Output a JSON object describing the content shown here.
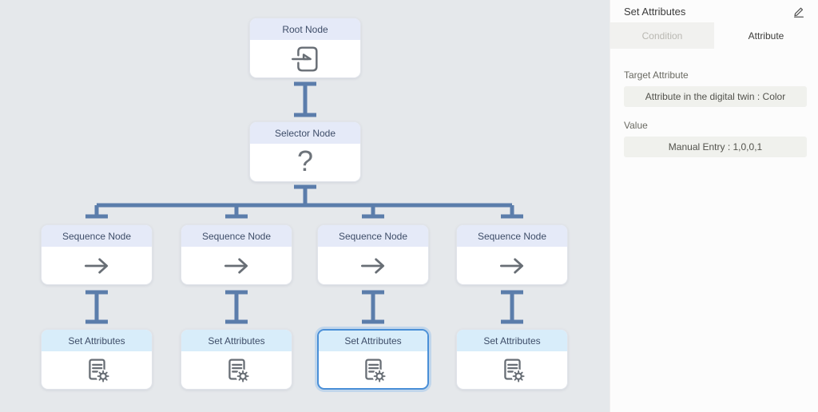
{
  "canvas": {
    "glyphs": {
      "question": "?"
    },
    "nodes": [
      {
        "label": "Root Node",
        "icon": "enter-icon",
        "selected": false
      },
      {
        "label": "Selector Node",
        "icon": "question-icon",
        "selected": false
      },
      {
        "label": "Sequence Node",
        "icon": "arrow-right-icon",
        "selected": false
      },
      {
        "label": "Sequence Node",
        "icon": "arrow-right-icon",
        "selected": false
      },
      {
        "label": "Sequence Node",
        "icon": "arrow-right-icon",
        "selected": false
      },
      {
        "label": "Sequence Node",
        "icon": "arrow-right-icon",
        "selected": false
      },
      {
        "label": "Set Attributes",
        "icon": "document-gear-icon",
        "selected": false
      },
      {
        "label": "Set Attributes",
        "icon": "document-gear-icon",
        "selected": false
      },
      {
        "label": "Set Attributes",
        "icon": "document-gear-icon",
        "selected": true
      },
      {
        "label": "Set Attributes",
        "icon": "document-gear-icon",
        "selected": false
      }
    ]
  },
  "panel": {
    "title": "Set Attributes",
    "edit_icon": "pencil-icon",
    "tabs": [
      {
        "label": "Condition",
        "active": false
      },
      {
        "label": "Attribute",
        "active": true
      }
    ],
    "fields": [
      {
        "label": "Target Attribute",
        "value": "Attribute in the digital twin : Color"
      },
      {
        "label": "Value",
        "value": "Manual Entry : 1,0,0,1"
      }
    ]
  },
  "colors": {
    "canvas_bg": "#e5e8eb",
    "connector": "#5b7dab",
    "header_control": "#e5eaf8",
    "header_set_attributes": "#d8edfa",
    "node_title_text": "#3e4d68",
    "selected_border": "#4a8fd7",
    "icon_gray": "#686e75",
    "inactive_tab_bg": "#f1f1ef",
    "field_box_bg": "#f0f1ed"
  }
}
